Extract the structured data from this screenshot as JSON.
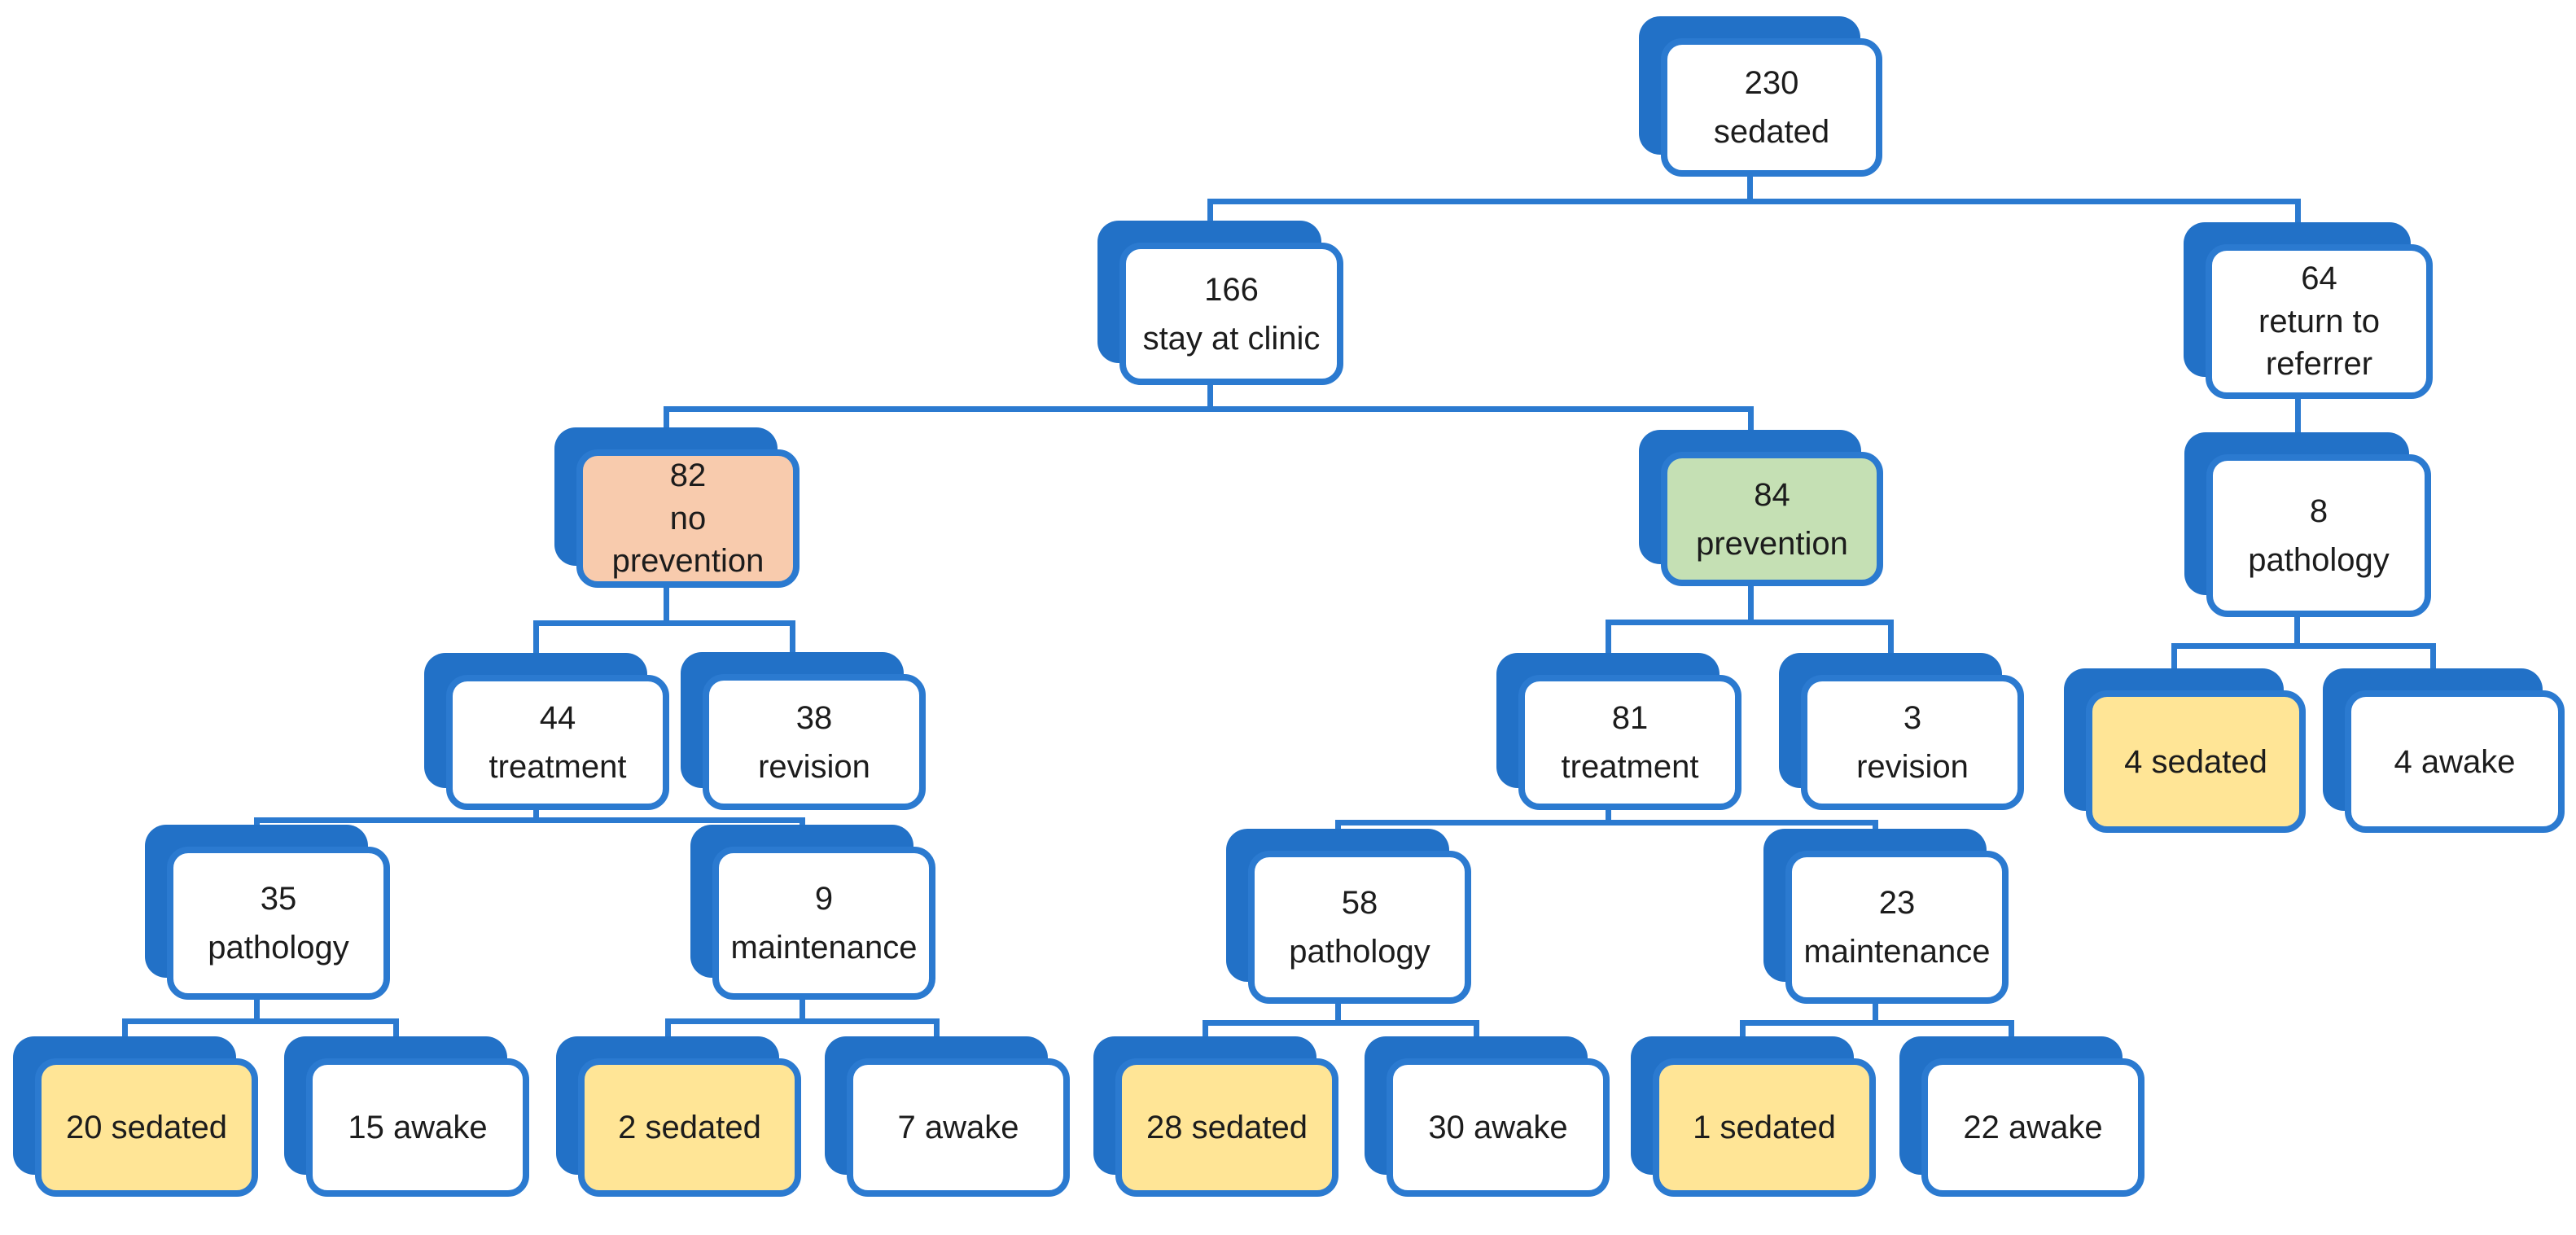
{
  "diagram": {
    "type": "flowchart-tree",
    "description": "Patient sedation flow diagram",
    "colors": {
      "background": "#ffffff",
      "shadow_blue": "#2271c7",
      "border_blue": "#2b7ad0",
      "line_blue": "#2b7ad0",
      "fill_white": "#ffffff",
      "fill_orange": "#f8cbad",
      "fill_green": "#c5e0b4",
      "fill_yellow": "#ffe596",
      "text": "#1c1c1c"
    },
    "nodes": [
      {
        "id": "sedated-230",
        "value": 230,
        "label": "sedated",
        "lines": [
          "230",
          "sedated"
        ],
        "fill": "white",
        "parent": null
      },
      {
        "id": "stay-166",
        "value": 166,
        "label": "stay at clinic",
        "lines": [
          "166",
          "stay at clinic"
        ],
        "fill": "white",
        "parent": "sedated-230"
      },
      {
        "id": "return-64",
        "value": 64,
        "label": "return to referrer",
        "lines": [
          "64",
          "return to",
          "referrer"
        ],
        "fill": "white",
        "parent": "sedated-230"
      },
      {
        "id": "noprev-82",
        "value": 82,
        "label": "no prevention",
        "lines": [
          "82",
          "no",
          "prevention"
        ],
        "fill": "orange",
        "parent": "stay-166"
      },
      {
        "id": "prev-84",
        "value": 84,
        "label": "prevention",
        "lines": [
          "84",
          "prevention"
        ],
        "fill": "green",
        "parent": "stay-166"
      },
      {
        "id": "path-8",
        "value": 8,
        "label": "pathology",
        "lines": [
          "8",
          "pathology"
        ],
        "fill": "white",
        "parent": "return-64"
      },
      {
        "id": "treat-44",
        "value": 44,
        "label": "treatment",
        "lines": [
          "44",
          "treatment"
        ],
        "fill": "white",
        "parent": "noprev-82"
      },
      {
        "id": "rev-38",
        "value": 38,
        "label": "revision",
        "lines": [
          "38",
          "revision"
        ],
        "fill": "white",
        "parent": "noprev-82"
      },
      {
        "id": "treat-81",
        "value": 81,
        "label": "treatment",
        "lines": [
          "81",
          "treatment"
        ],
        "fill": "white",
        "parent": "prev-84"
      },
      {
        "id": "rev-3",
        "value": 3,
        "label": "revision",
        "lines": [
          "3",
          "revision"
        ],
        "fill": "white",
        "parent": "prev-84"
      },
      {
        "id": "sed-4",
        "value": 4,
        "label": "sedated",
        "lines": [
          "4 sedated"
        ],
        "fill": "yellow",
        "parent": "path-8"
      },
      {
        "id": "awake-4",
        "value": 4,
        "label": "awake",
        "lines": [
          "4 awake"
        ],
        "fill": "white",
        "parent": "path-8"
      },
      {
        "id": "path-35",
        "value": 35,
        "label": "pathology",
        "lines": [
          "35",
          "pathology"
        ],
        "fill": "white",
        "parent": "treat-44"
      },
      {
        "id": "maint-9",
        "value": 9,
        "label": "maintenance",
        "lines": [
          "9",
          "maintenance"
        ],
        "fill": "white",
        "parent": "treat-44"
      },
      {
        "id": "path-58",
        "value": 58,
        "label": "pathology",
        "lines": [
          "58",
          "pathology"
        ],
        "fill": "white",
        "parent": "treat-81"
      },
      {
        "id": "maint-23",
        "value": 23,
        "label": "maintenance",
        "lines": [
          "23",
          "maintenance"
        ],
        "fill": "white",
        "parent": "treat-81"
      },
      {
        "id": "sed-20",
        "value": 20,
        "label": "sedated",
        "lines": [
          "20 sedated"
        ],
        "fill": "yellow",
        "parent": "path-35"
      },
      {
        "id": "awake-15",
        "value": 15,
        "label": "awake",
        "lines": [
          "15 awake"
        ],
        "fill": "white",
        "parent": "path-35"
      },
      {
        "id": "sed-2",
        "value": 2,
        "label": "sedated",
        "lines": [
          "2 sedated"
        ],
        "fill": "yellow",
        "parent": "maint-9"
      },
      {
        "id": "awake-7",
        "value": 7,
        "label": "awake",
        "lines": [
          "7 awake"
        ],
        "fill": "white",
        "parent": "maint-9"
      },
      {
        "id": "sed-28",
        "value": 28,
        "label": "sedated",
        "lines": [
          "28 sedated"
        ],
        "fill": "yellow",
        "parent": "path-58"
      },
      {
        "id": "awake-30",
        "value": 30,
        "label": "awake",
        "lines": [
          "30 awake"
        ],
        "fill": "white",
        "parent": "path-58"
      },
      {
        "id": "sed-1",
        "value": 1,
        "label": "sedated",
        "lines": [
          "1 sedated"
        ],
        "fill": "yellow",
        "parent": "maint-23"
      },
      {
        "id": "awake-22",
        "value": 22,
        "label": "awake",
        "lines": [
          "22 awake"
        ],
        "fill": "white",
        "parent": "maint-23"
      }
    ]
  }
}
